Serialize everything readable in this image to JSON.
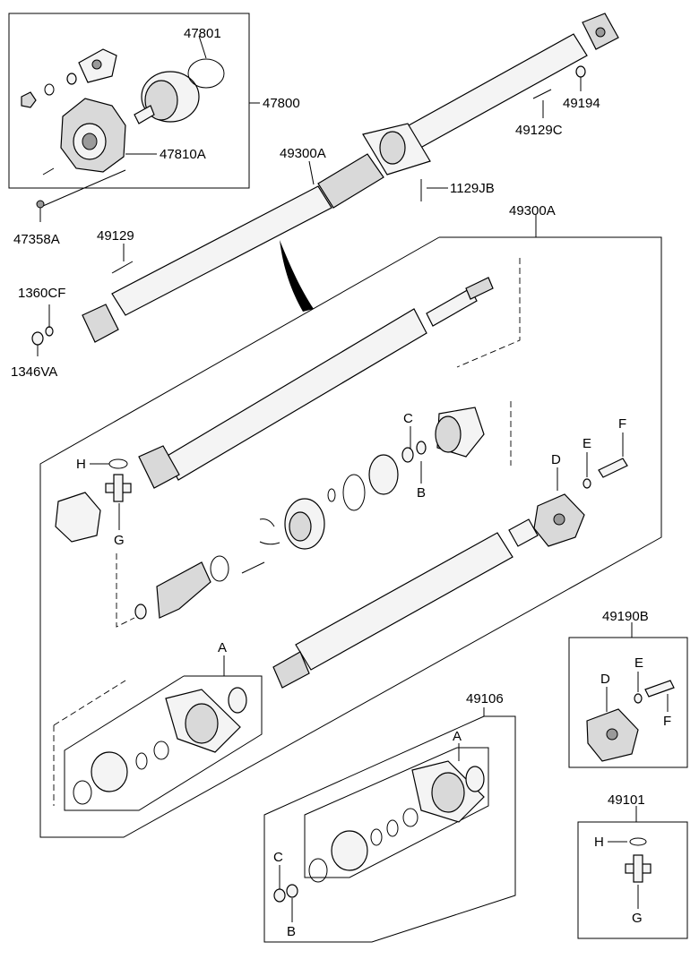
{
  "labels": {
    "l47801": "47801",
    "l47800": "47800",
    "l47810A": "47810A",
    "l47358A": "47358A",
    "l49300A_top": "49300A",
    "l49129C": "49129C",
    "l49194": "49194",
    "l1129JB": "1129JB",
    "l49300A_mid": "49300A",
    "l49129": "49129",
    "l1360CF": "1360CF",
    "l1346VA": "1346VA",
    "c1": "C",
    "b1": "B",
    "h1": "H",
    "g1": "G",
    "d1": "D",
    "e1": "E",
    "f1": "F",
    "a1": "A",
    "l49106": "49106",
    "a2": "A",
    "c2": "C",
    "b2": "B",
    "l49190B": "49190B",
    "d2": "D",
    "e2": "E",
    "f2": "F",
    "l49101": "49101",
    "h2": "H",
    "g2": "G"
  }
}
